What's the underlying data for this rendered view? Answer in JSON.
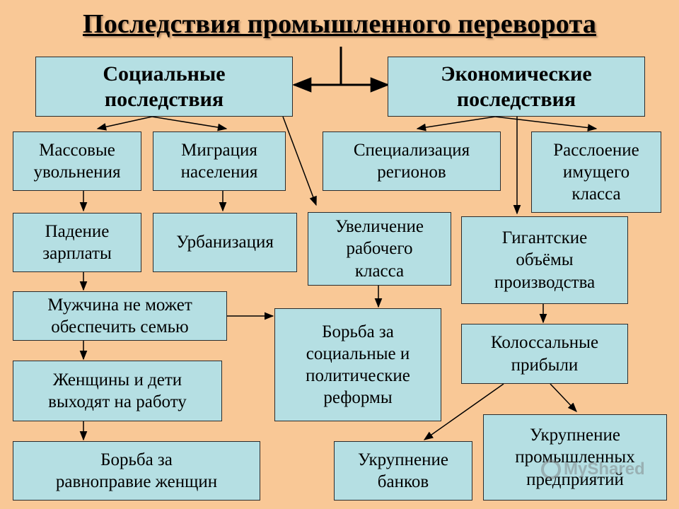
{
  "title": "Последствия промышленного переворота",
  "boxes": {
    "social": "Социальные\nпоследствия",
    "economic": "Экономические\nпоследствия",
    "mass_layoffs": "Массовые\nувольнения",
    "migration": "Миграция\nнаселения",
    "specialization": "Специализация\nрегионов",
    "stratification": "Расслоение\nимущего\nкласса",
    "wage_fall": "Падение\nзарплаты",
    "urbanization": "Урбанизация",
    "working_class_growth": "Увеличение\nрабочего\nкласса",
    "giant_volumes": "Гигантские\nобъёмы\nпроизводства",
    "man_cannot_provide": "Мужчина не может\nобеспечить семью",
    "struggle_reforms": "Борьба за\nсоциальные и\nполитические\nреформы",
    "colossal_profits": "Колоссальные\nприбыли",
    "women_children_work": "Женщины и дети\nвыходят на работу",
    "women_equality": "Борьба за\nравноправие женщин",
    "bank_consolidation": "Укрупнение\nбанков",
    "industrial_consolidation": "Укрупнение\nпромышленных\nпредприятий"
  },
  "watermark": "MyShared",
  "colors": {
    "background": "#f9c896",
    "box_fill": "#b5dfe3",
    "line": "#000000"
  }
}
